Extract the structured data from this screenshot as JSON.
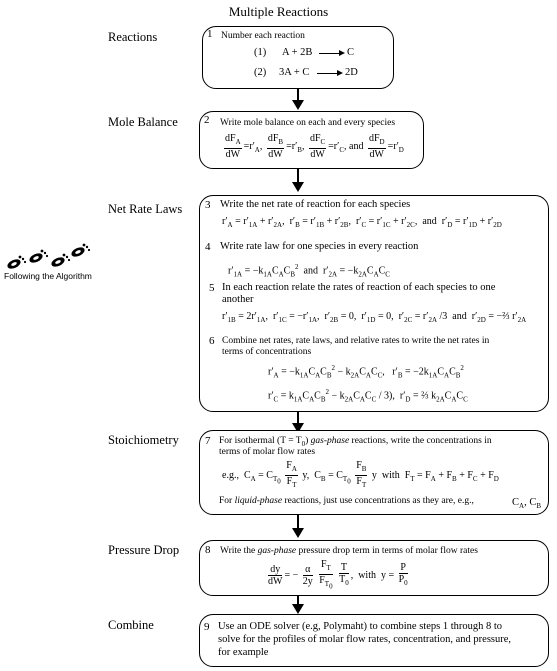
{
  "title": "Multiple Reactions",
  "logo_text": "Following the Algorithm",
  "steps": [
    {
      "label": "Reactions",
      "num": "1",
      "lines": [
        "Number each reaction",
        "(1)",
        "A + 2B",
        "C",
        "(2)",
        "3A + C",
        "2D"
      ]
    },
    {
      "label": "Mole Balance",
      "num": "2",
      "lines": [
        "Write mole balance on each and every species"
      ]
    },
    {
      "label": "Net Rate Laws",
      "num": "3",
      "lines": [
        "Write the net rate of reaction for each species",
        "Write rate law for one species in every reaction",
        "In each reaction relate the rates of reaction of each species to one",
        "another",
        "Combine net rates, rate laws, and relative rates to write the net rates in",
        "terms of concentrations"
      ],
      "sub_nums": [
        "4",
        "5",
        "6"
      ]
    },
    {
      "label": "Stoichiometry",
      "num": "7",
      "lines": [
        "For isothermal (T = T",
        "0",
        ") ",
        "gas-phase",
        " reactions, write the concentrations in",
        "terms of molar flow rates",
        "For ",
        "liquid-phase",
        " reactions, just use concentrations as they are, e.g.,",
        "C",
        "A",
        ", C",
        "B"
      ]
    },
    {
      "label": "Pressure Drop",
      "num": "8",
      "lines": [
        "Write the ",
        "gas-phase",
        " pressure drop term in terms of molar flow rates"
      ]
    },
    {
      "label": "Combine",
      "num": "9",
      "lines": [
        "Use an ODE solver (e.g, Polymaht) to combine steps 1 through 8 to",
        "solve for the profiles of molar flow rates, concentration, and pressure,",
        "for example"
      ]
    }
  ]
}
